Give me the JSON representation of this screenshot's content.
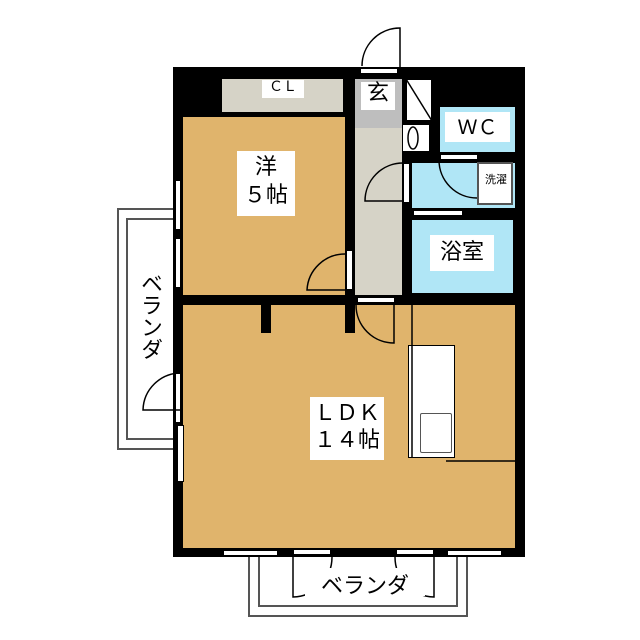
{
  "rooms": {
    "closet": "ＣＬ",
    "entrance": "玄",
    "wc": "ＷＣ",
    "laundry": "洗濯",
    "bath": "浴室",
    "western_name": "洋",
    "western_size": "５帖",
    "ldk_name": "ＬＤＫ",
    "ldk_size": "１４帖",
    "balcony_west": "ベランダ",
    "balcony_south": "ベランダ"
  },
  "colors": {
    "room": "#e0b46c",
    "wet": "#b0e6f6",
    "hall": "#d6d3c7",
    "genkan": "#bebebe",
    "wall": "#000000"
  }
}
